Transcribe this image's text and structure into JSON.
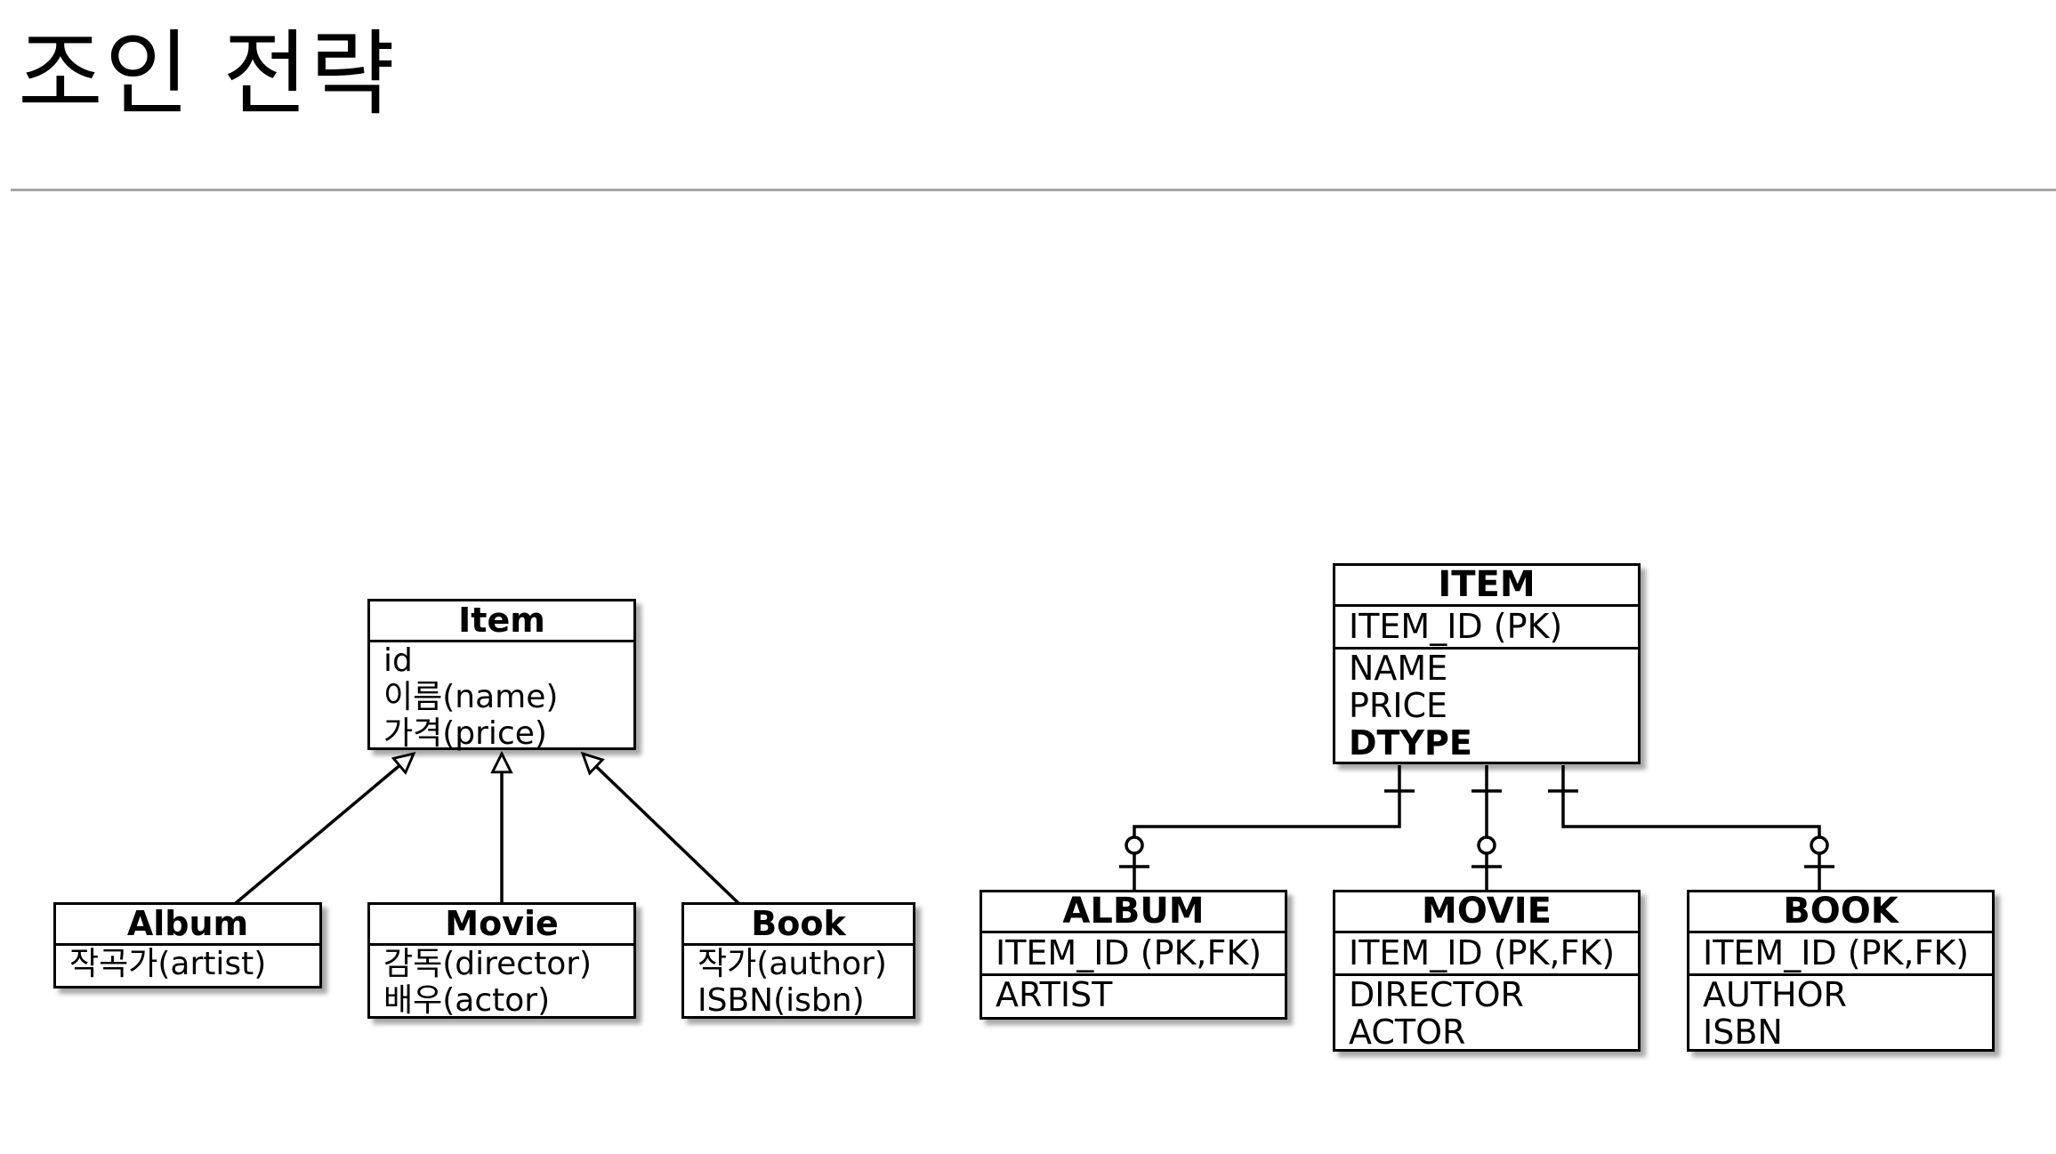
{
  "slide": {
    "title": "조인 전략"
  },
  "class_diagram": {
    "parent": {
      "name": "Item",
      "attributes": [
        "id",
        "이름(name)",
        "가격(price)"
      ]
    },
    "children": [
      {
        "name": "Album",
        "attributes": [
          "작곡가(artist)"
        ]
      },
      {
        "name": "Movie",
        "attributes": [
          "감독(director)",
          "배우(actor)"
        ]
      },
      {
        "name": "Book",
        "attributes": [
          "작가(author)",
          "ISBN(isbn)"
        ]
      }
    ]
  },
  "erd": {
    "parent": {
      "name": "ITEM",
      "pk": "ITEM_ID (PK)",
      "columns": [
        "NAME",
        "PRICE"
      ],
      "discriminator": "DTYPE"
    },
    "children": [
      {
        "name": "ALBUM",
        "pk": "ITEM_ID (PK,FK)",
        "columns": [
          "ARTIST"
        ]
      },
      {
        "name": "MOVIE",
        "pk": "ITEM_ID (PK,FK)",
        "columns": [
          "DIRECTOR",
          "ACTOR"
        ]
      },
      {
        "name": "BOOK",
        "pk": "ITEM_ID (PK,FK)",
        "columns": [
          "AUTHOR",
          "ISBN"
        ]
      }
    ],
    "relationship": "one-to-zero-or-one"
  }
}
